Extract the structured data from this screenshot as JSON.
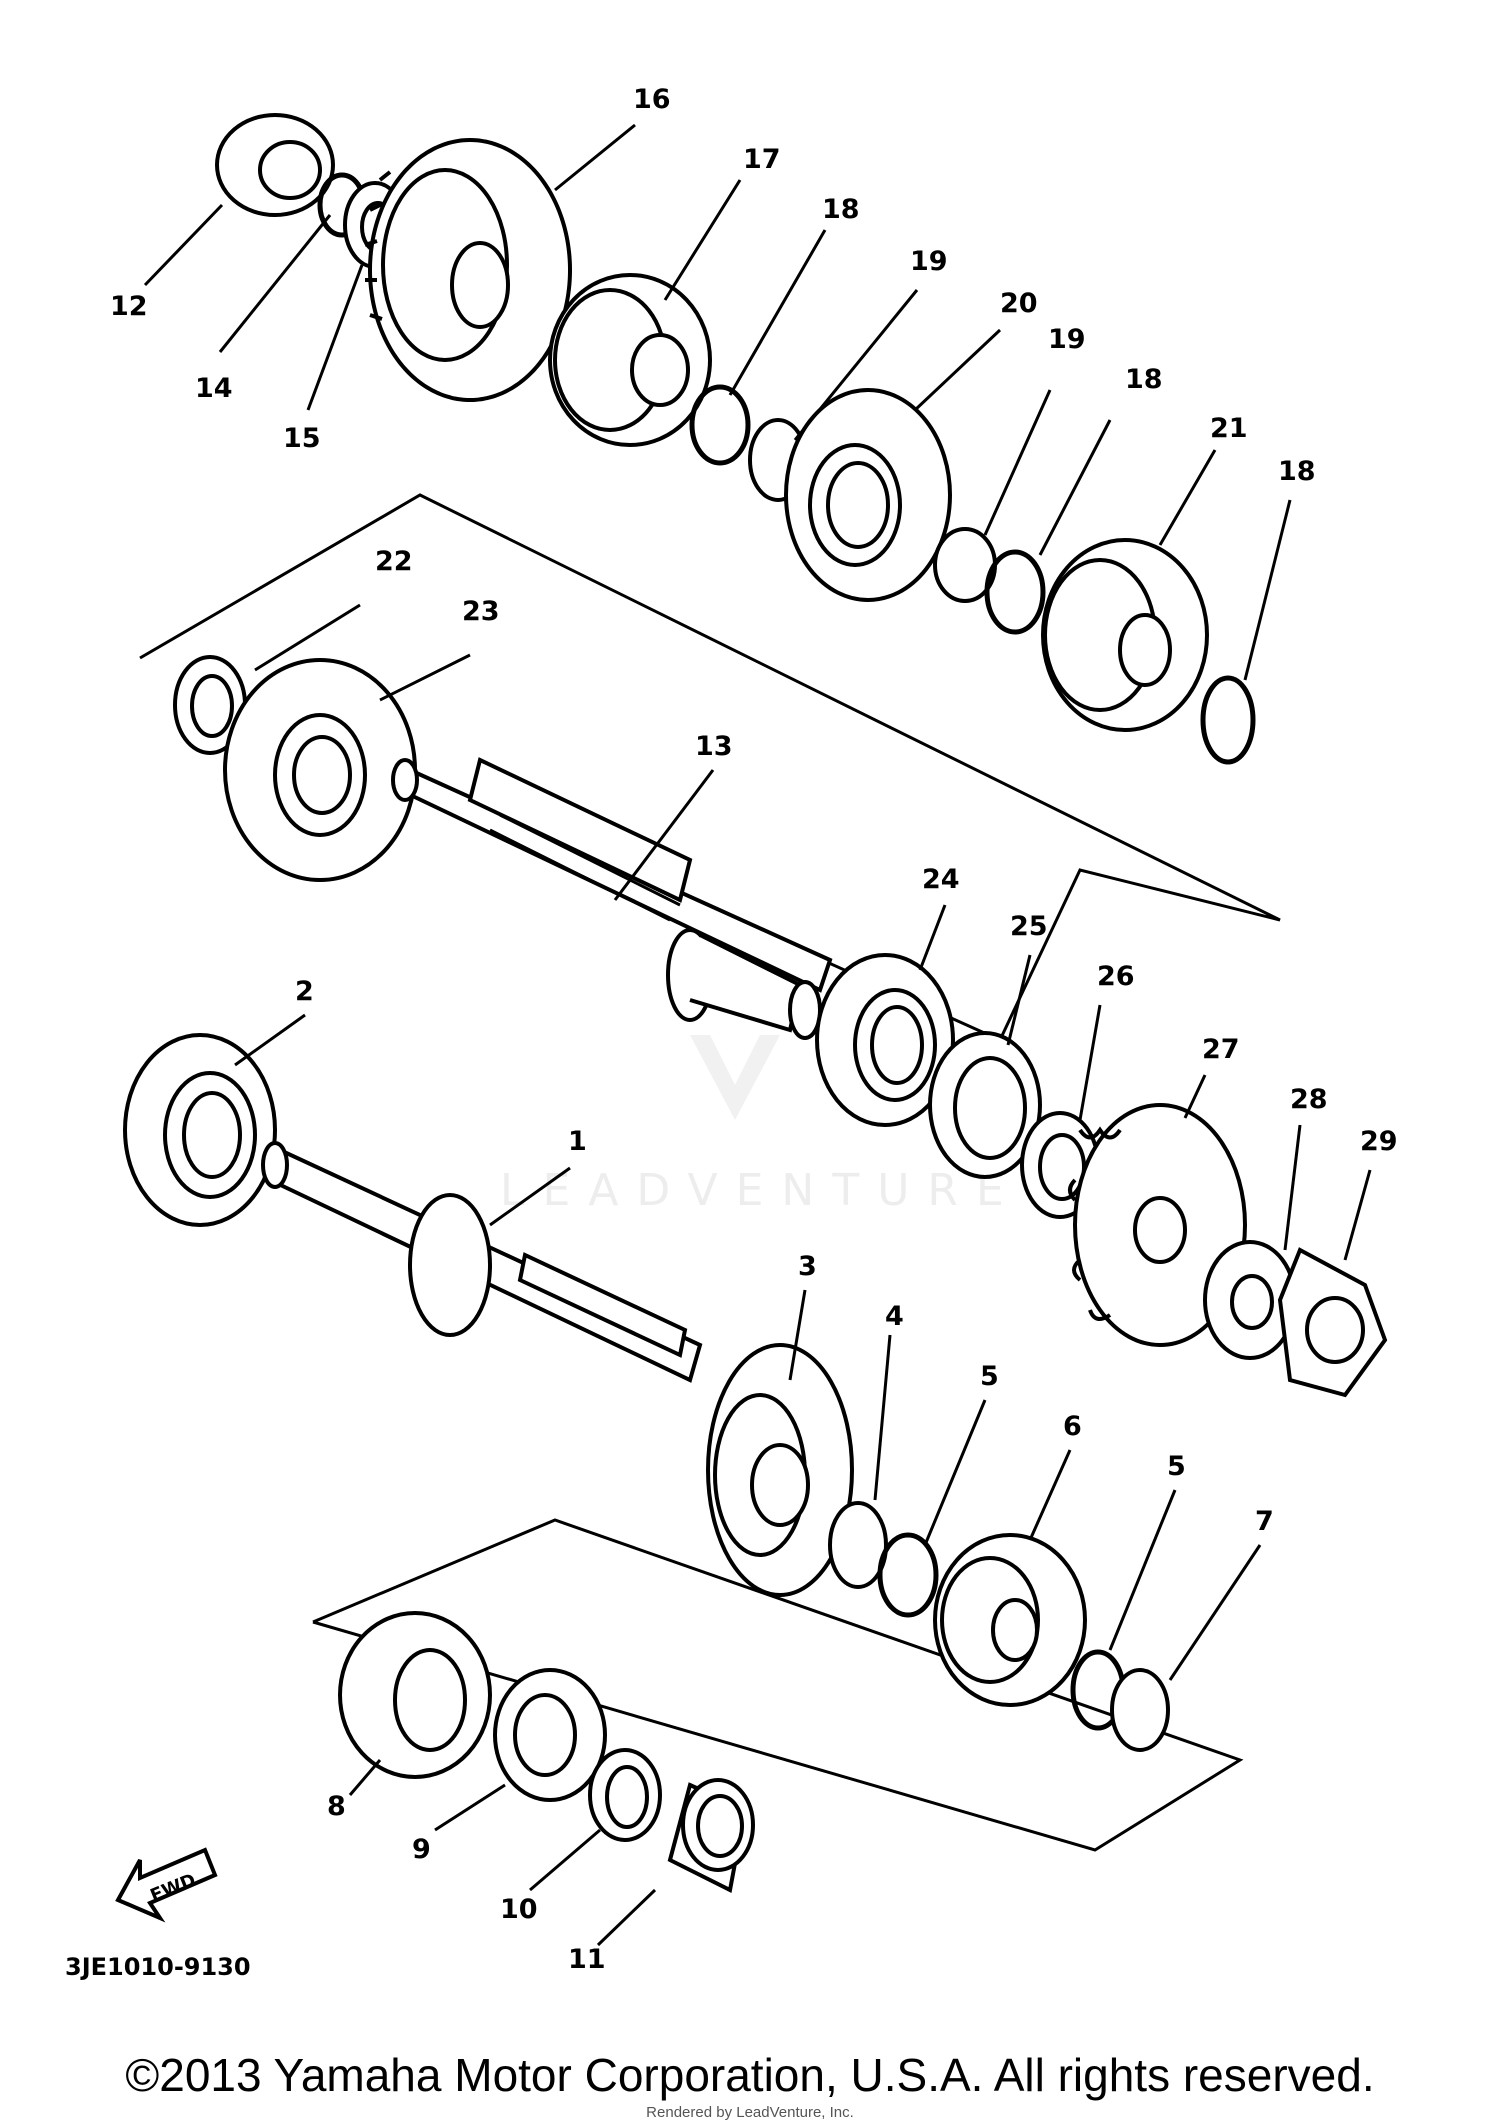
{
  "diagram": {
    "part_callouts": [
      "1",
      "2",
      "3",
      "4",
      "5",
      "5",
      "6",
      "7",
      "8",
      "9",
      "10",
      "11",
      "12",
      "13",
      "14",
      "15",
      "16",
      "17",
      "18",
      "18",
      "18",
      "19",
      "19",
      "20",
      "21",
      "22",
      "23",
      "24",
      "25",
      "26",
      "27",
      "28",
      "29"
    ],
    "fwd_label": "FWD",
    "diagram_code": "3JE1010-9130",
    "watermark": "LEADVENTURE"
  },
  "footer": {
    "copyright": "©2013 Yamaha Motor Corporation, U.S.A. All rights reserved.",
    "rendered_by": "Rendered by LeadVenture, Inc."
  }
}
